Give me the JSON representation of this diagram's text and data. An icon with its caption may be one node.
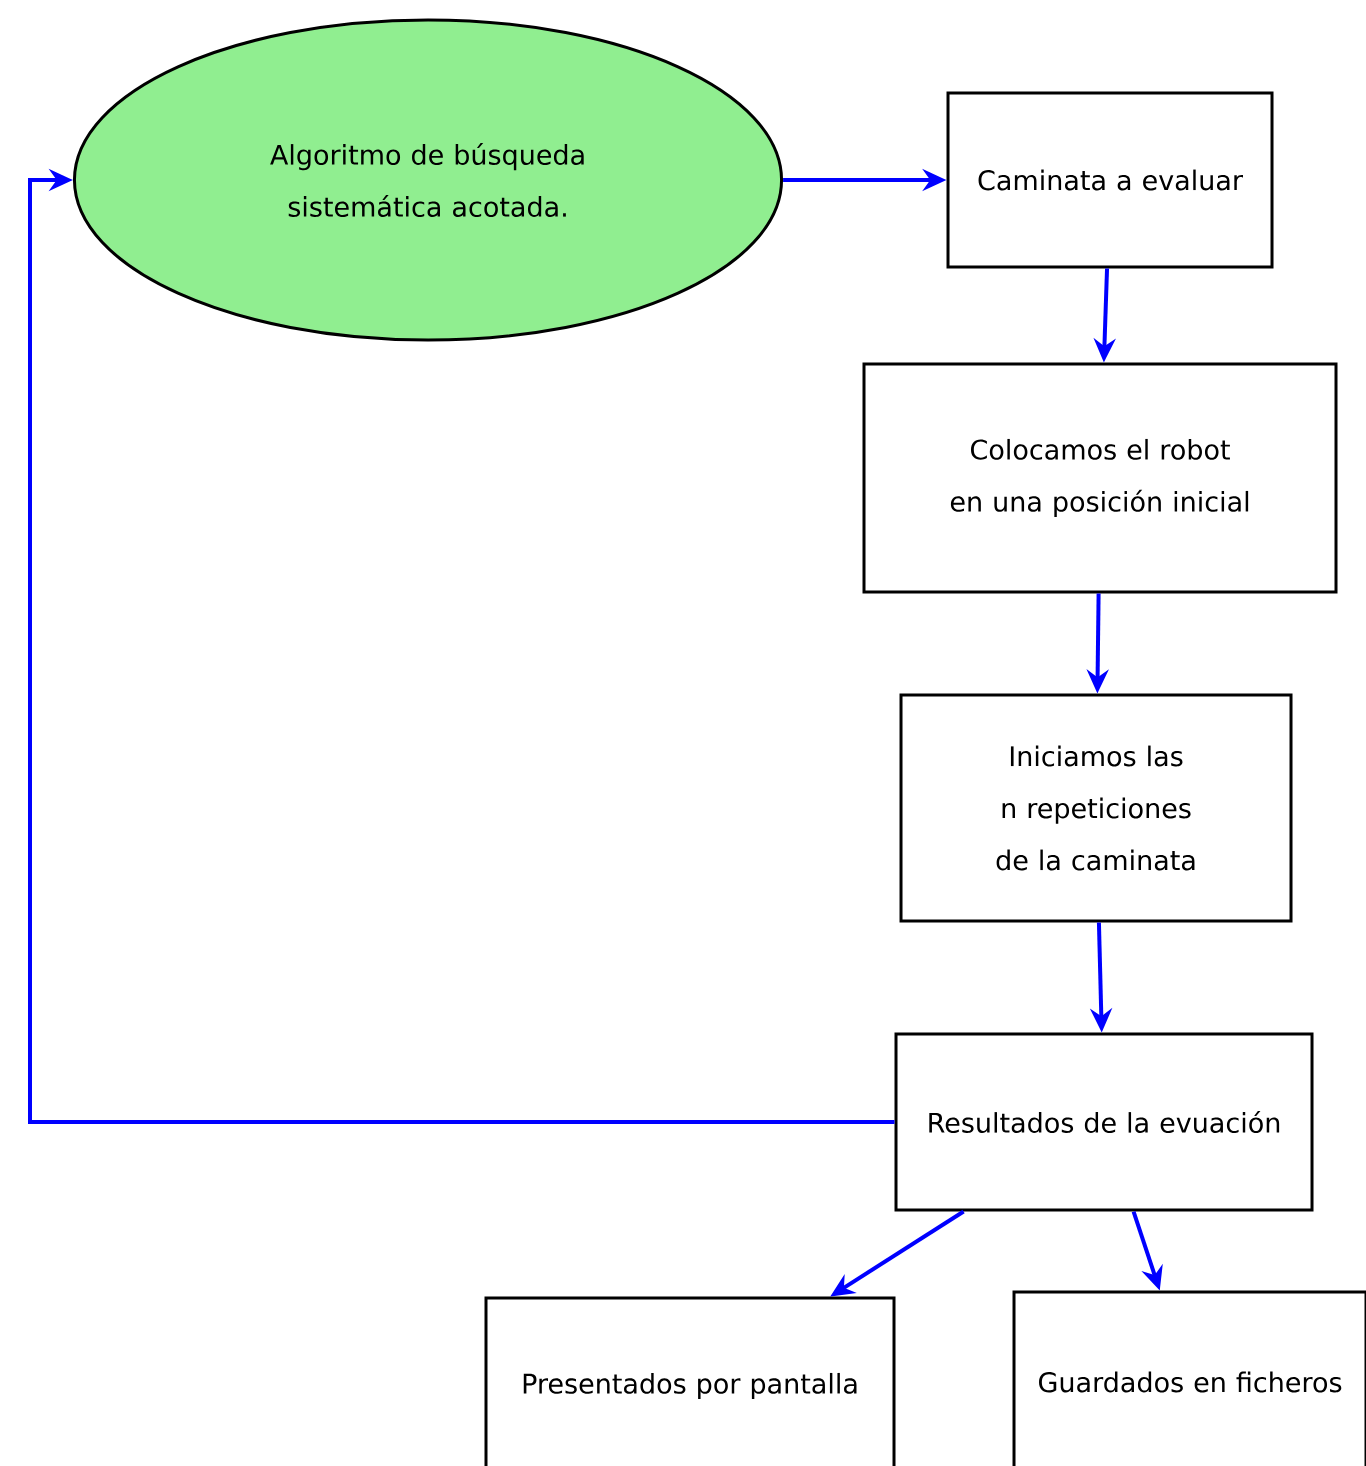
{
  "diagram": {
    "nodes": [
      {
        "text": [
          "Algoritmo de búsqueda sistemática acotada."
        ]
      },
      {
        "text": [
          "Caminata a evaluar"
        ]
      },
      {
        "text": [
          "Colocamos el robot en una posición inicial"
        ]
      },
      {
        "text": [
          "Iniciamos las n repeticiones de la caminata"
        ]
      },
      {
        "text": [
          "Resultados de la evuación"
        ]
      },
      {
        "text": [
          "Presentados por pantalla"
        ]
      },
      {
        "text": [
          "Guardados en ficheros"
        ]
      }
    ],
    "edges": [
      {
        "from": 0,
        "to": 1,
        "arrow": "to"
      },
      {
        "from": 1,
        "to": 2,
        "arrow": "to"
      },
      {
        "from": 2,
        "to": 3,
        "arrow": "to"
      },
      {
        "from": 3,
        "to": 4,
        "arrow": "to"
      },
      {
        "from": 4,
        "to": 0,
        "arrow": "to"
      },
      {
        "from": 4,
        "to": 5,
        "arrow": "to"
      },
      {
        "from": 4,
        "to": 6,
        "arrow": "to"
      }
    ]
  }
}
